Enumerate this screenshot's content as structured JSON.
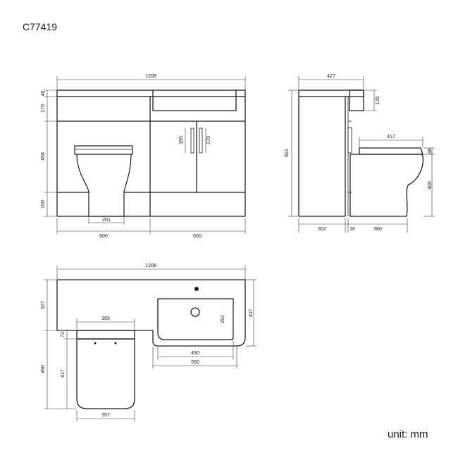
{
  "product_code": "C77419",
  "unit_label": "unit: mm",
  "front_view": {
    "overall_width": "1208",
    "top_height": "40",
    "upper_height": "170",
    "door_height": "458",
    "plinth_height": "150",
    "handle_left": "160",
    "handle_right": "170",
    "toilet_base_width": "201",
    "left_width": "600",
    "right_width": "600"
  },
  "side_view": {
    "depth": "427",
    "basin_height": "135",
    "total_height": "822",
    "toilet_length": "417",
    "seat_height": "48",
    "toilet_height": "400",
    "cabinet_depth": "302",
    "gap": "18",
    "toilet_projection": "380"
  },
  "top_view": {
    "overall_width": "1208",
    "left_depth": "327",
    "right_depth": "427",
    "seat_gap": "73",
    "toilet_width_top": "365",
    "toilet_depth": "490",
    "seat_length": "417",
    "bowl_depth": "292",
    "basin_inner": "490",
    "basin_outer": "550",
    "toilet_width_bottom": "357"
  }
}
